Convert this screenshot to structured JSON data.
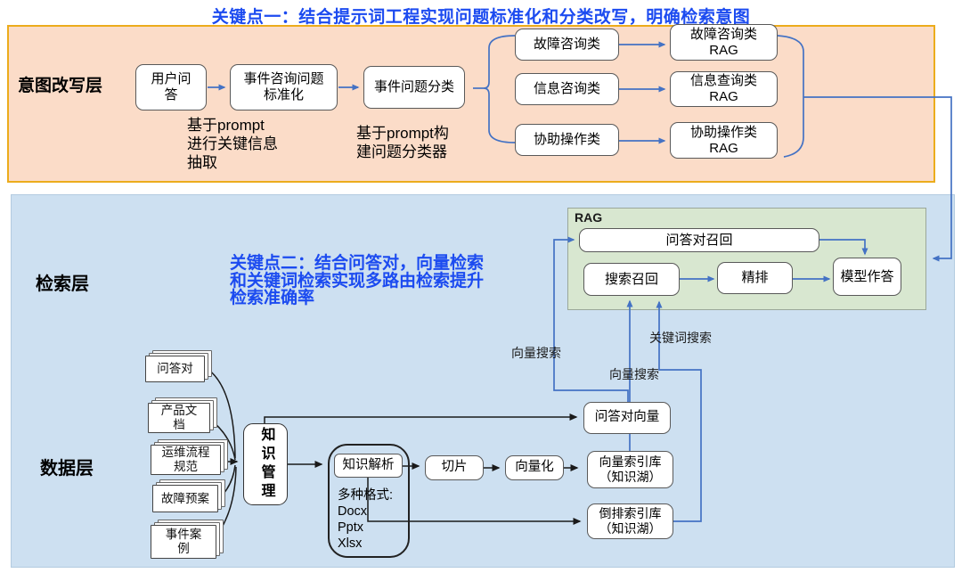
{
  "title": "关键点一：结合提示词工程实现问题标准化和分类改写，明确检索意图",
  "keypoint2": "关键点二：结合问答对，向量检索\n和关键词检索实现多路由检索提升\n检索准确率",
  "colors": {
    "title_text": "#1c4bf0",
    "flow_arrow_blue": "#4472c4",
    "flow_arrow_black": "#1a1a1a",
    "intent_panel_bg": "#fbdcc8",
    "intent_panel_border": "#ecac1c",
    "retrieval_panel_bg": "#cde0f1",
    "rag_box_bg": "#d8e7d0"
  },
  "intent_layer": {
    "label": "意图改写层",
    "user_qa": "用户问\n答",
    "standardize": "事件咨询问题\n标准化",
    "classify": "事件问题分类",
    "note_extract": "基于prompt\n进行关键信息\n抽取",
    "note_classifier": "基于prompt构\n建问题分类器",
    "cat_fault": "故障咨询类",
    "cat_info": "信息咨询类",
    "cat_assist": "协助操作类",
    "rag_fault": "故障咨询类\nRAG",
    "rag_info": "信息查询类\nRAG",
    "rag_assist": "协助操作类\nRAG"
  },
  "retrieval_layer": {
    "label": "检索层",
    "rag_title": "RAG",
    "qa_recall": "问答对召回",
    "search_recall": "搜索召回",
    "rerank": "精排",
    "model_answer": "模型作答",
    "edge_vector_search_left": "向量搜索",
    "edge_vector_search_mid": "向量搜索",
    "edge_keyword_search": "关键词搜索"
  },
  "data_layer": {
    "label": "数据层",
    "sources": [
      {
        "label": "问答对"
      },
      {
        "label": "产品文\n档"
      },
      {
        "label": "运维流程\n规范"
      },
      {
        "label": "故障预案"
      },
      {
        "label": "事件案\n例"
      }
    ],
    "knowledge_mgmt": "知识管理",
    "knowledge_parse": "知识解析",
    "formats": "多种格式:\nDocx\nPptx\nXlsx",
    "slice": "切片",
    "vectorize": "向量化",
    "qa_vector": "问答对向量",
    "vector_index": "向量索引库\n（知识湖）",
    "inverted_index": "倒排索引库\n（知识湖）"
  }
}
